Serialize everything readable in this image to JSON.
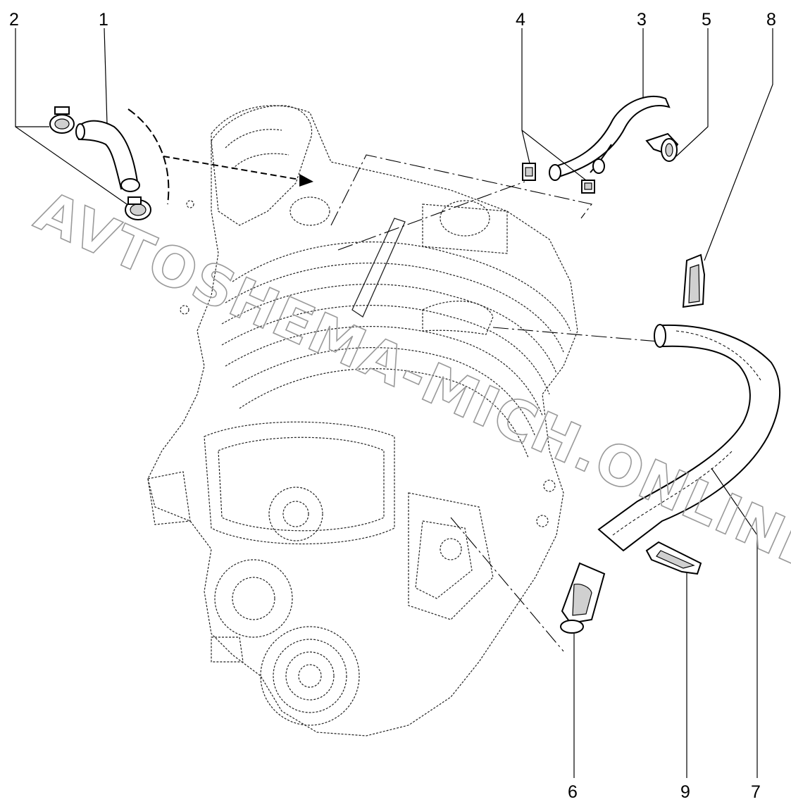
{
  "callouts": {
    "c1": "1",
    "c2": "2",
    "c3": "3",
    "c4": "4",
    "c5": "5",
    "c6": "6",
    "c7": "7",
    "c8": "8",
    "c9": "9"
  },
  "watermark": "AVTOSHEMA-MICH.ONLINE"
}
